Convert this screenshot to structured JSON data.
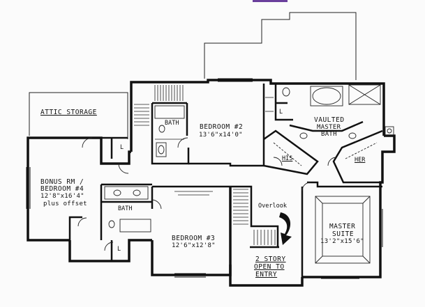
{
  "rooms": {
    "attic_storage": "ATTIC STORAGE",
    "bedroom2": {
      "name": "BEDROOM #2",
      "dims": "13'6\"x14'0\""
    },
    "bath_upper": "BATH",
    "vaulted": {
      "line1": "VAULTED",
      "line2": "MASTER",
      "line3": "BATH"
    },
    "his": "HIS",
    "her": "HER",
    "bonus": {
      "line1": "BONUS RM /",
      "line2": "BEDROOM #4",
      "line3": "12'8\"x16'4\"",
      "line4": "plus offset"
    },
    "bath_lower": "BATH",
    "bedroom3": {
      "name": "BEDROOM #3",
      "dims": "12'6\"x12'8\""
    },
    "overlook": "Overlook",
    "master_suite": {
      "line1": "MASTER",
      "line2": "SUITE",
      "dims": "13'2\"x15'6\""
    },
    "two_story": {
      "line1": "2 STORY",
      "line2": "OPEN TO",
      "line3": "ENTRY"
    },
    "closet_mark": "L"
  },
  "colors": {
    "ink": "#161616",
    "paper": "#fbfbfb",
    "accent": "#6a3f9c"
  }
}
